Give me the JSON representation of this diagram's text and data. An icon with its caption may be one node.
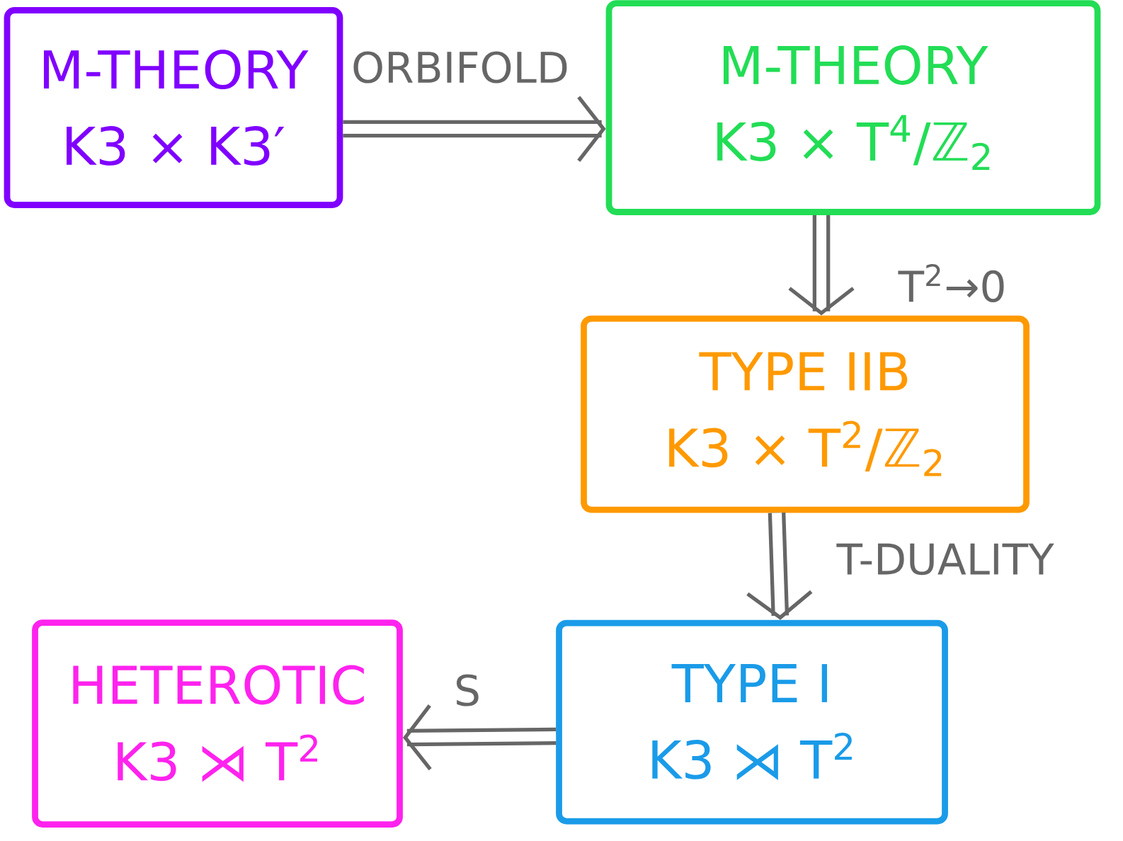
{
  "diagram": {
    "nodes": [
      {
        "text": [
          "M-THEORY",
          "K3 × K3′"
        ]
      },
      {
        "text": [
          "M-THEORY",
          "K3 × T$^{4}$/ℤ$_{2}$"
        ]
      },
      {
        "text": [
          "TYPE IIB",
          "K3 × T$^{2}$/ℤ$_{2}$"
        ]
      },
      {
        "text": [
          "TYPE I",
          "K3 ⋊ T$^{2}$"
        ]
      },
      {
        "text": [
          "HETEROTIC",
          "K3 ⋊ T$^{2}$"
        ]
      }
    ],
    "edges": [
      {
        "from": 0,
        "to": 1,
        "arrow": "to",
        "label": "ORBIFOLD"
      },
      {
        "from": 1,
        "to": 2,
        "arrow": "to",
        "label": "T$^{2}$→0"
      },
      {
        "from": 2,
        "to": 3,
        "arrow": "to",
        "label": "T-DUALITY"
      },
      {
        "from": 3,
        "to": 4,
        "arrow": "to",
        "label": "S"
      }
    ]
  }
}
